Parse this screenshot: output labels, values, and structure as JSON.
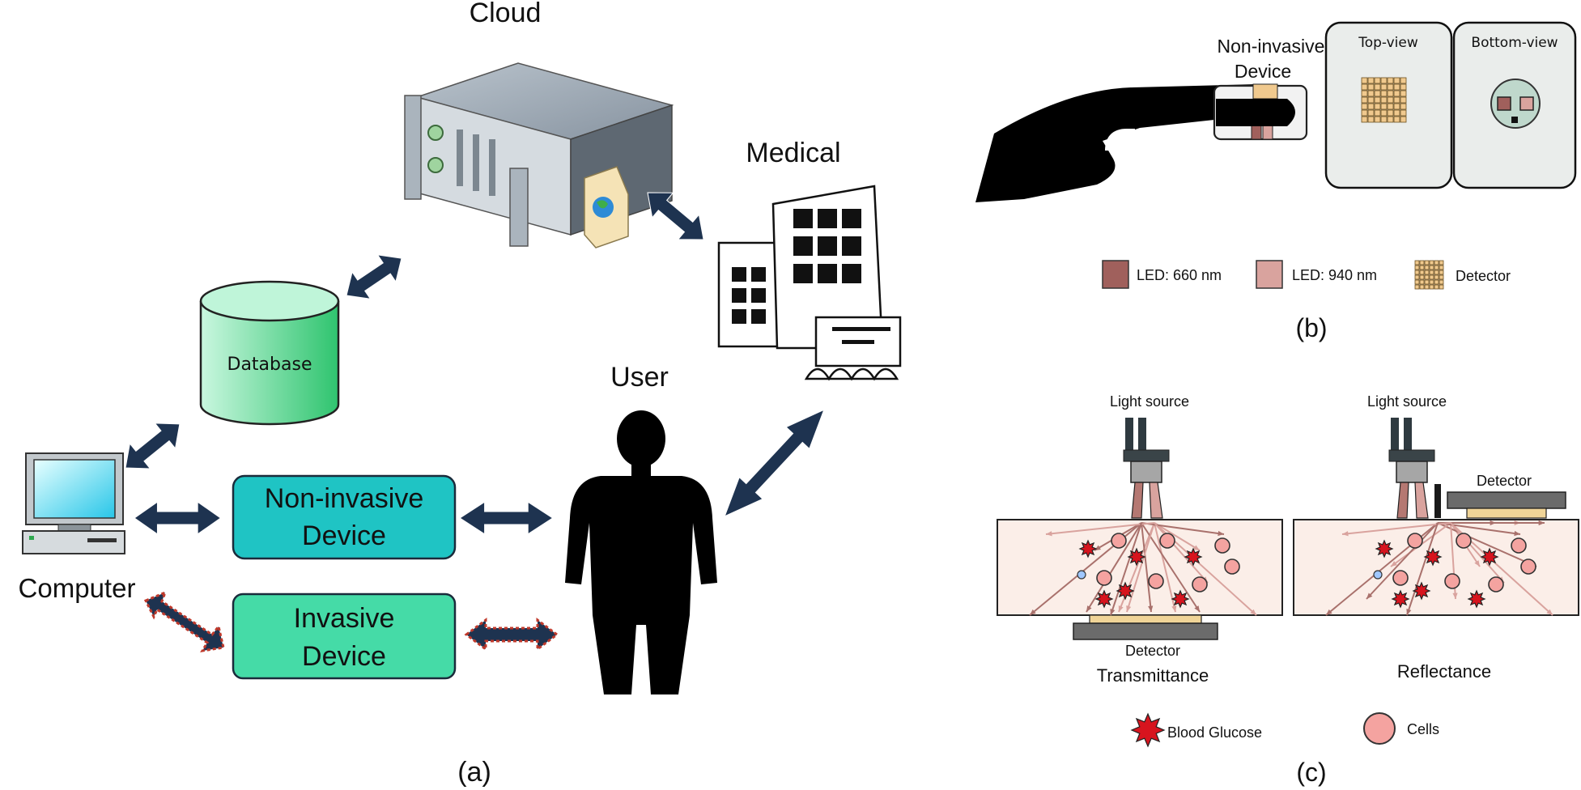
{
  "panel_a": {
    "caption": "(a)",
    "cloud": "Cloud",
    "medical": "Medical",
    "database": "Database",
    "user": "User",
    "computer": "Computer",
    "noninvasive_line1": "Non-invasive",
    "noninvasive_line2": "Device",
    "invasive_line1": "Invasive",
    "invasive_line2": "Device"
  },
  "panel_b": {
    "caption": "(b)",
    "device_line1": "Non-invasive",
    "device_line2": "Device",
    "top_view": "Top-view",
    "bottom_view": "Bottom-view",
    "legend": [
      {
        "label": "LED: 660 nm",
        "color": "#a0605c"
      },
      {
        "label": "LED: 940 nm",
        "color": "#d9a39e"
      },
      {
        "label": "Detector",
        "color": "#f0c98e"
      }
    ]
  },
  "panel_c": {
    "caption": "(c)",
    "light_source_left": "Light source",
    "light_source_right": "Light source",
    "detector_left": "Detector",
    "detector_right": "Detector",
    "transmittance": "Transmittance",
    "reflectance": "Reflectance",
    "legend_glucose": "Blood Glucose",
    "legend_cells": "Cells"
  },
  "colors": {
    "arrow": "#1e3350",
    "arrow_dashed": "#c0392b",
    "noninvasive_box": "#1fc4c4",
    "invasive_box": "#45dba7",
    "database": "#5fe0a0",
    "tissue": "#fbeee8",
    "glucose": "#d7141e",
    "cell": "#f4a3a0"
  }
}
